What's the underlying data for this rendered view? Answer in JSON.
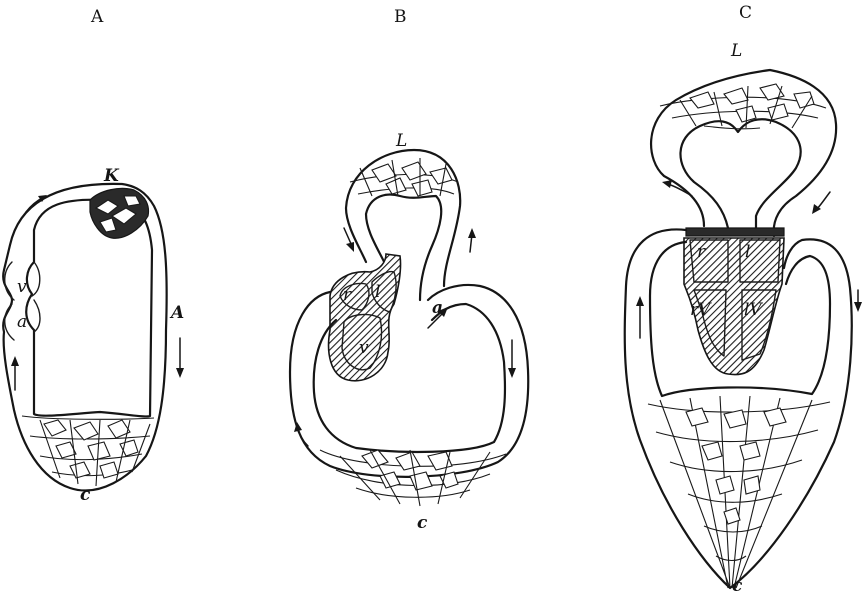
{
  "panels": [
    {
      "id": "A",
      "heading": "A",
      "labels": {
        "top": "K",
        "upper_chamber": "v",
        "lower_chamber": "a",
        "side": "A",
        "bottom": "c"
      }
    },
    {
      "id": "B",
      "heading": "B",
      "labels": {
        "top": "L",
        "right_atrium": "r",
        "left_atrium": "l",
        "ventricle": "v",
        "artery": "a",
        "bottom": "c"
      }
    },
    {
      "id": "C",
      "heading": "C",
      "labels": {
        "top": "L",
        "right_atrium": "r",
        "left_atrium": "l",
        "right_ventricle": "rV",
        "left_ventricle": "lV",
        "bottom": "c"
      }
    }
  ],
  "colors": {
    "ink": "#161616",
    "paper": "#ffffff"
  }
}
